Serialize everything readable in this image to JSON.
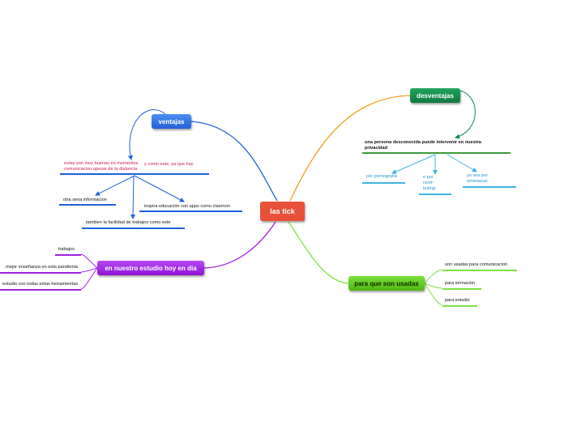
{
  "central": {
    "label": "las tick",
    "color": "#e8503a"
  },
  "ventajas": {
    "label": "ventajas",
    "color": "#2f6fe0",
    "main_text_line1": "estas son muy buenas en momentos",
    "main_text_line2": "comunicacion apesar de la distancia",
    "side_text": "y como este, ya que hay",
    "children": [
      "otra seria informacion",
      "inspira educación con apps como clasrrom",
      "tambien la facilidad de trabajos como este"
    ]
  },
  "desventajas": {
    "label": "desventajas",
    "color": "#13884a",
    "main_text_line1": "una persona desconocida puede intervenir en nuestra",
    "main_text_line2": "privacidad",
    "children": [
      {
        "lines": [
          "por pornografia"
        ]
      },
      {
        "lines": [
          "o por",
          "civer-",
          "buling"
        ]
      },
      {
        "lines": [
          "ya sea por",
          "amenazas"
        ]
      }
    ]
  },
  "estudio": {
    "label": "en nuestro estudio hoy en dia",
    "color": "#a020e8",
    "children": [
      "trabajos",
      "mejor enseñanza en esta pandemia",
      "estudio con todas estas herramientas"
    ]
  },
  "usadas": {
    "label": "para que son usadas",
    "color": "#5ccf1c",
    "children": [
      "son usadas para comunicacion",
      "para iormacion",
      "para estudio"
    ]
  },
  "colors": {
    "ventajas_line": "#2060e0",
    "desventajas_line": "#f0a020",
    "desventajas_under": "#3a9a3a",
    "desventajas_children": "#40b4e0",
    "estudio_line": "#a020e0",
    "usadas_line": "#80e040"
  }
}
